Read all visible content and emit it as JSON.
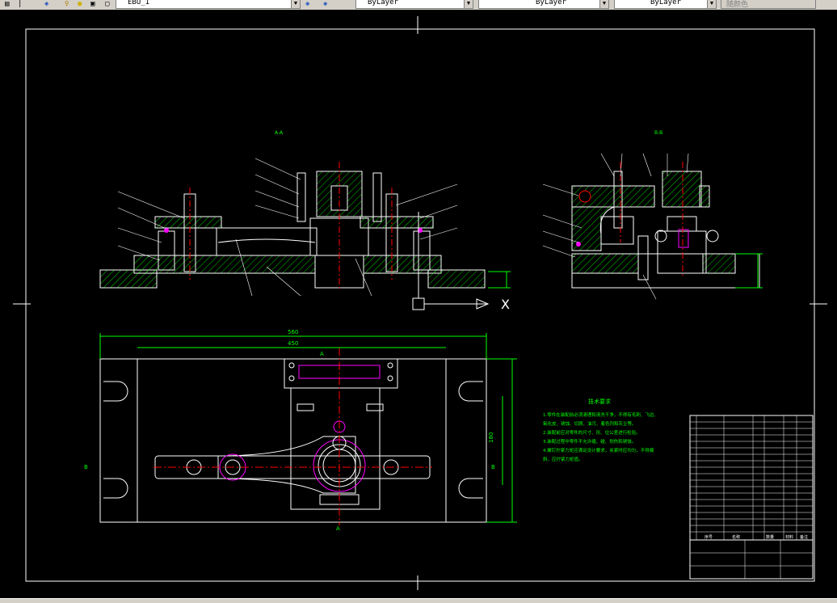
{
  "toolbar": {
    "layer_name": "EBU_1",
    "color_value": "ByLayer",
    "linetype_value": "ByLayer",
    "lineweight_value": "ByLayer",
    "plotstyle_value": "随颜色"
  },
  "drawing": {
    "section_a_label": "A-A",
    "section_b_label": "B-B",
    "tech_req_title": "技术要求",
    "tech_req_lines": [
      "1.零件在装配前必须清理和清洗干净，不得有毛刺、飞边、",
      "氧化皮、锈蚀、切屑、油污、着色剂和灰尘等。",
      "2.装配前应对零件的尺寸、形、位公差进行检验。",
      "3.装配过程中零件不允许磕、碰、划伤和锈蚀。",
      "4.螺钉拧紧力矩应满足设计要求，夹紧时应均匀，不得偏",
      "斜，应拧紧力矩值。"
    ],
    "dim_width_outer": "560",
    "dim_width_inner": "450",
    "dim_height_right": "180",
    "axis_marker": "X",
    "view_marks": [
      "A",
      "A",
      "B",
      "B"
    ],
    "titleblock_headers": [
      "序号",
      "名称",
      "数量",
      "材料",
      "备注"
    ]
  }
}
